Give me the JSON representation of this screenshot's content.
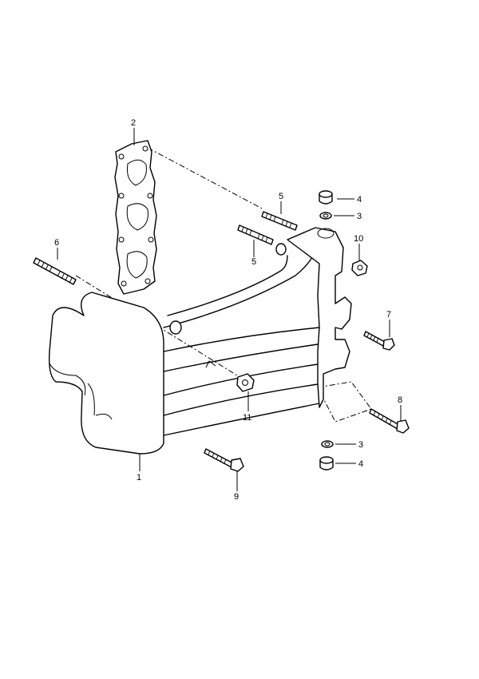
{
  "callouts": {
    "c1": "1",
    "c2": "2",
    "c3a": "3",
    "c3b": "3",
    "c4a": "4",
    "c4b": "4",
    "c5a": "5",
    "c5b": "5",
    "c6": "6",
    "c7": "7",
    "c8": "8",
    "c9": "9",
    "c10": "10",
    "c11": "11"
  },
  "colors": {
    "ink": "#000000",
    "paper": "#ffffff"
  }
}
